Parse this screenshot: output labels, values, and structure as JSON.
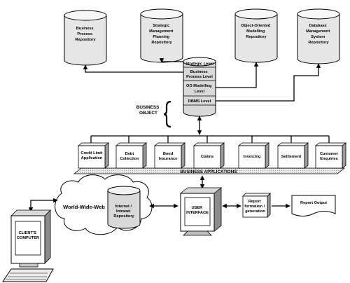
{
  "repositories": {
    "business_process": [
      "Business",
      "Process",
      "Repository"
    ],
    "strategic_planning": [
      "Strategic",
      "Management",
      "Planning",
      "Repository"
    ],
    "object_oriented": [
      "Object-Oriented",
      "Modelling",
      "Repository"
    ],
    "dbms": [
      "Database",
      "Management",
      "System",
      "Repository"
    ]
  },
  "business_object": {
    "label": [
      "BUSINESS",
      "OBJECT"
    ],
    "levels": {
      "strategic": [
        "Strategic Level"
      ],
      "business_process": [
        "Business",
        "Process Level"
      ],
      "oo_modelling": [
        "OO Modelling",
        "Level"
      ],
      "dbms": [
        "DBMS Level"
      ]
    }
  },
  "applications": {
    "credit_limit": [
      "Credit Limit",
      "Application"
    ],
    "debt_collection": [
      "Debt",
      "Collection"
    ],
    "bond_insurance": [
      "Bond",
      "Insurance"
    ],
    "claims": [
      "Claims"
    ],
    "invoicing": [
      "Invoicing"
    ],
    "settlement": [
      "Settlement"
    ],
    "customer_enquiries": [
      "Customer",
      "Enquiries"
    ]
  },
  "business_applications_label": "BUSINESS APPLICATIONS",
  "world_wide_web_label": "World-Wide-Web",
  "internet_repository": [
    "Internet /",
    "Intranet",
    "Repository"
  ],
  "client_computer": [
    "CLIENT'S",
    "COMPUTER"
  ],
  "user_interface": [
    "USER",
    "INTERFACE"
  ],
  "report_formation": [
    "Report",
    "formation /",
    "generation"
  ],
  "report_output": "Report Output"
}
